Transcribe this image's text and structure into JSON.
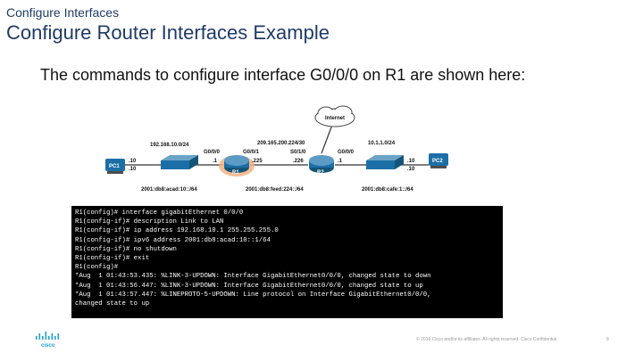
{
  "slide": {
    "section": "Configure Interfaces",
    "title": "Configure Router Interfaces Example",
    "subtitle": "The commands to configure interface G0/0/0 on R1 are shown here:"
  },
  "topology": {
    "internet": "Internet",
    "net_left": "192.168.10.0/24",
    "net_mid": "209.165.200.224/30",
    "net_right": "10.1.1.0/24",
    "r1": "R1",
    "r2": "R2",
    "pc1": "PC1",
    "pc2": "PC2",
    "if_g000": "G0/0/0",
    "if_g001": "G0/0/1",
    "if_g000_r2": "G0/0/0",
    "if_s010": "S0/1/0",
    "ip_pc1_a": ".10",
    "ip_pc1_b": ".10",
    "ip_r1_left": ".1",
    "ip_r1_right": ".225",
    "ip_r2_left": ".226",
    "ip_r2_right": ".1",
    "ip_pc2_a": ".10",
    "ip_pc2_b": ".10",
    "v6_left": "2001:db8:acad:10::/64",
    "v6_mid": "2001:db8:feed:224::/64",
    "v6_right": "2001:db8:cafe:1::/64"
  },
  "terminal": {
    "lines": [
      "R1(config)# interface gigabitEthernet 0/0/0",
      "R1(config-if)# description Link to LAN",
      "R1(config-if)# ip address 192.168.10.1 255.255.255.0",
      "R1(config-if)# ipv6 address 2001:db8:acad:10::1/64",
      "R1(config-if)# no shutdown",
      "R1(config-if)# exit",
      "R1(config)#",
      "*Aug  1 01:43:53.435: %LINK-3-UPDOWN: Interface GigabitEthernet0/0/0, changed state to down",
      "*Aug  1 01:43:56.447: %LINK-3-UPDOWN: Interface GigabitEthernet0/0/0, changed state to up",
      "*Aug  1 01:43:57.447: %LINEPROTO-5-UPDOWN: Line protocol on Interface GigabitEthernet0/0/0,",
      "changed state to up"
    ]
  },
  "footer": {
    "copyright": "© 2016  Cisco and/or its affiliates. All rights reserved.   Cisco Confidential",
    "page": "8",
    "logo_text": "cisco"
  },
  "colors": {
    "title": "#1f3b66",
    "router": "#1b6fa6",
    "highlight": "#f4b183",
    "terminal_bg": "#000000"
  }
}
